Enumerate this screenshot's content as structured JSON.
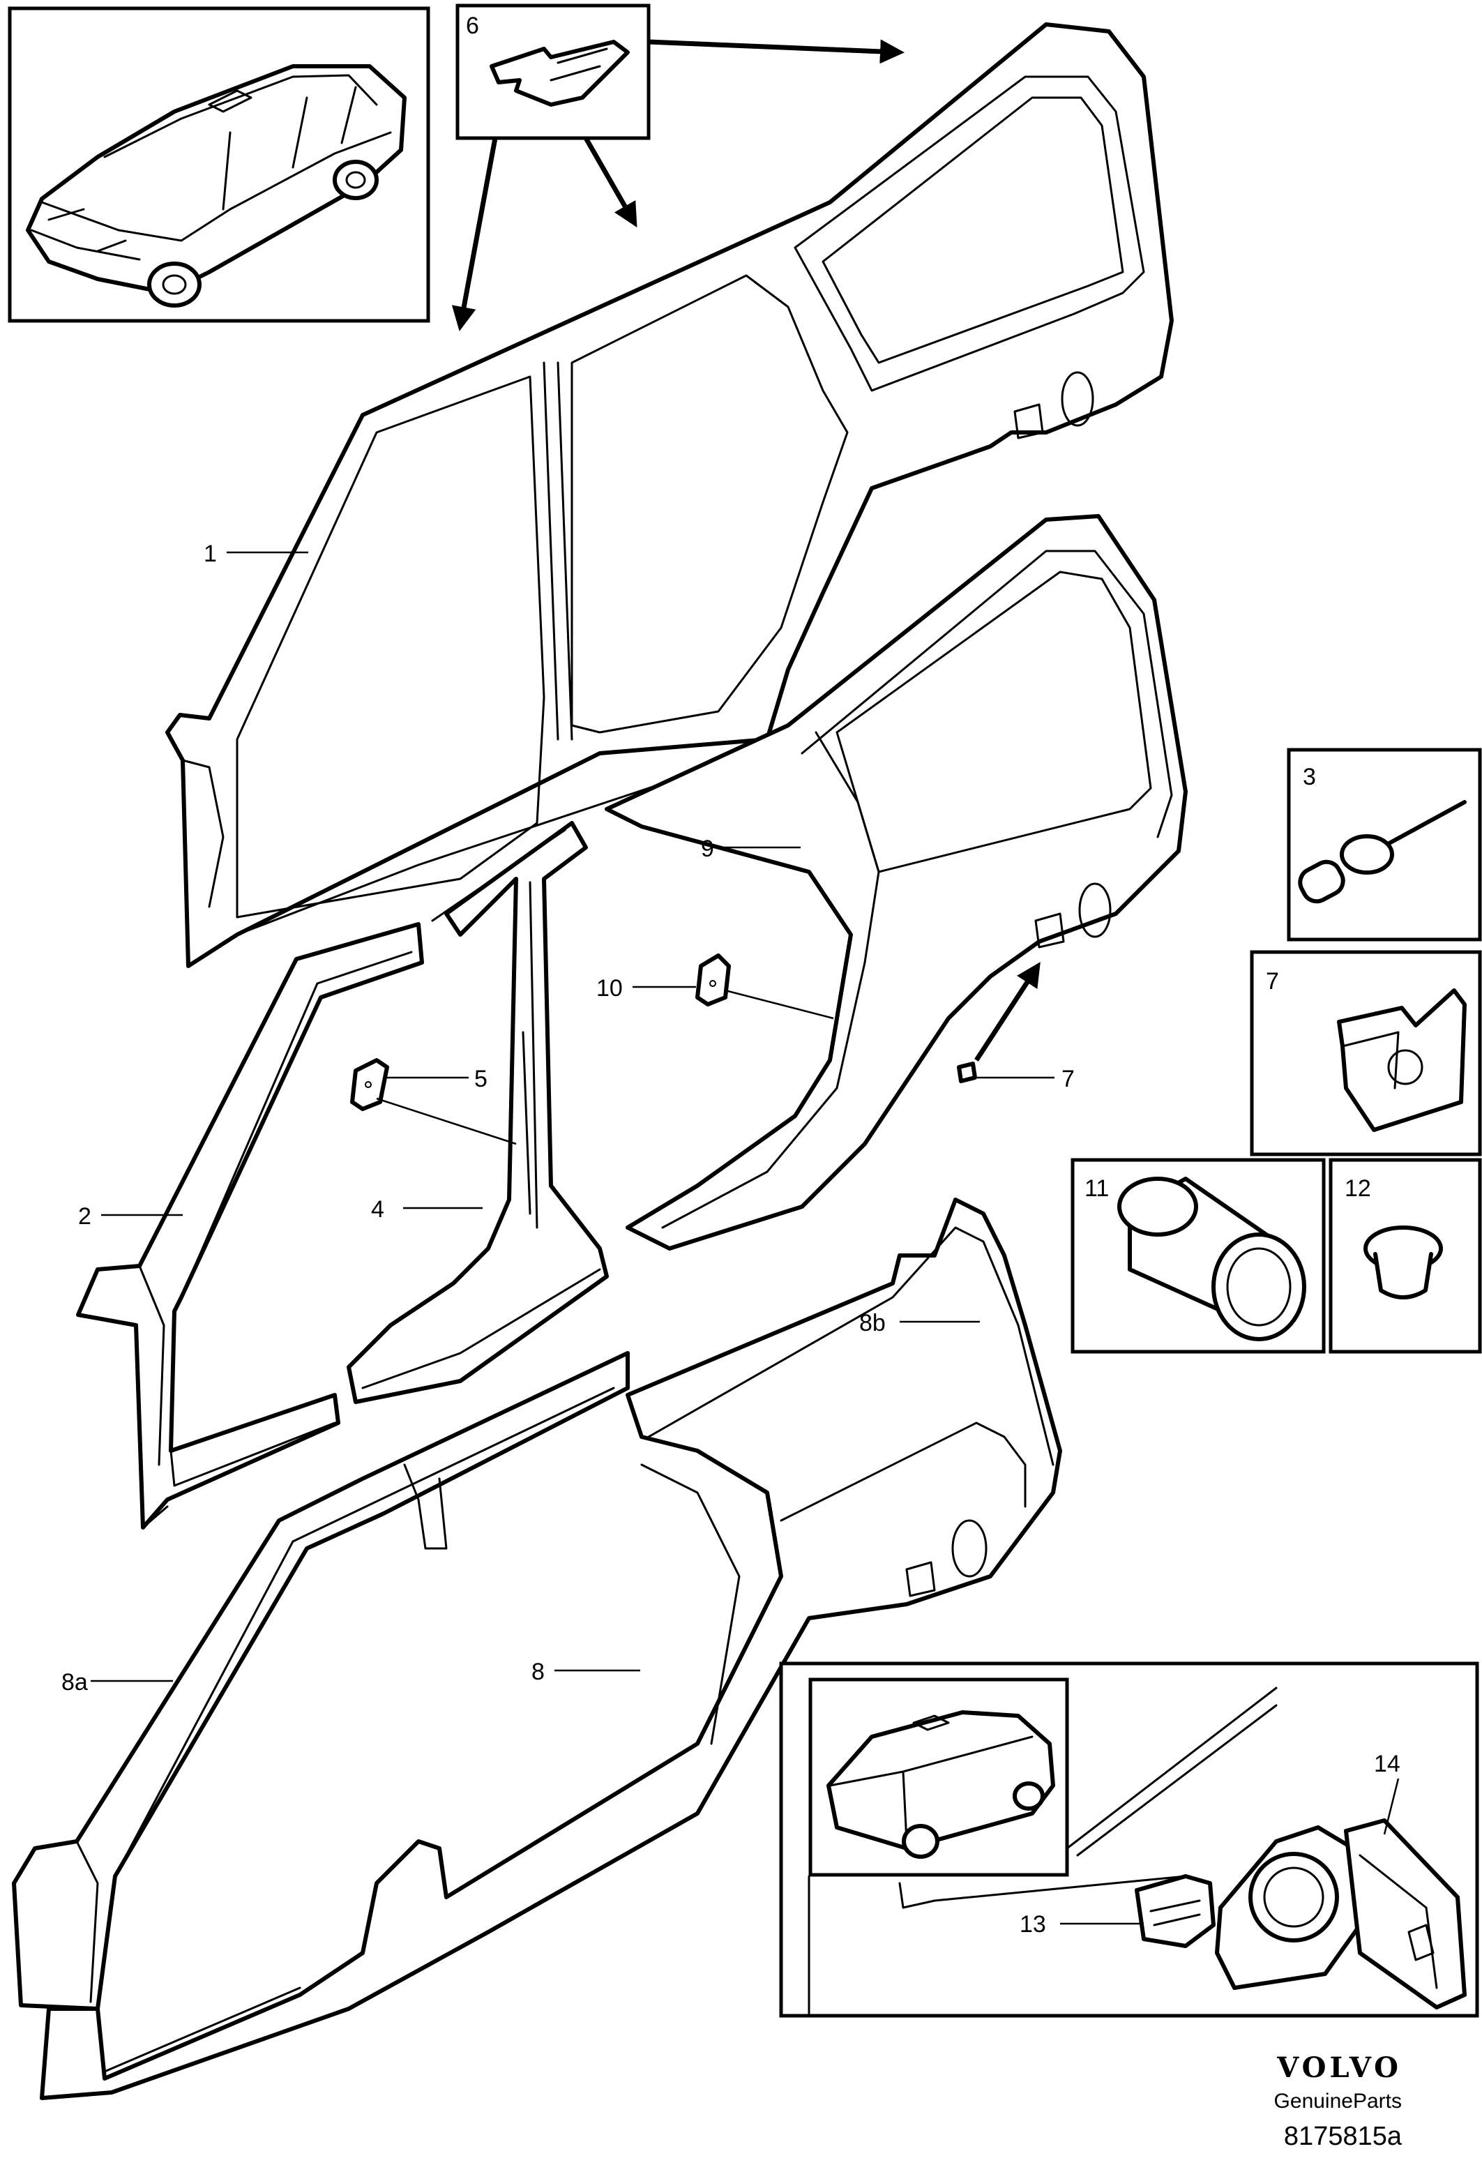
{
  "callouts": {
    "c1": "1",
    "c2": "2",
    "c3": "3",
    "c4": "4",
    "c5": "5",
    "c6": "6",
    "c7_small": "7",
    "c7_box": "7",
    "c8": "8",
    "c8a": "8a",
    "c8b": "8b",
    "c9": "9",
    "c10": "10",
    "c11": "11",
    "c12": "12",
    "c13": "13",
    "c14": "14"
  },
  "footer": {
    "brand": "VOLVO",
    "sub": "GenuineParts",
    "code": "8175815a"
  }
}
